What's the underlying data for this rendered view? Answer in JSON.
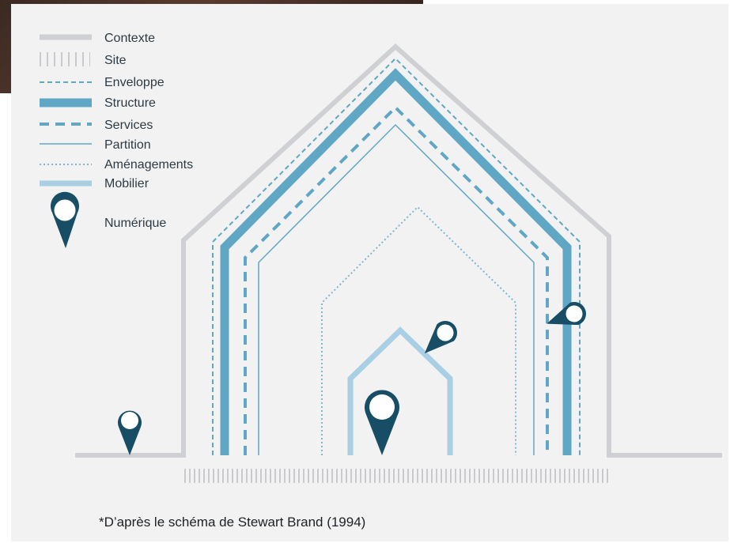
{
  "legend": {
    "contexte": "Contexte",
    "site": "Site",
    "enveloppe": "Enveloppe",
    "structure": "Structure",
    "services": "Services",
    "partition": "Partition",
    "amenagements": "Aménagements",
    "mobilier": "Mobilier",
    "numerique": "Numérique"
  },
  "footnote": "*D’après le schéma de Stewart Brand (1994)",
  "colors": {
    "contexte": "#cfd0d3",
    "site": "#c9cacd",
    "blue_mid": "#5fa7c4",
    "blue_light": "#a8cfe3",
    "pin": "#174e66",
    "background": "#f2f2f2"
  },
  "icons": [
    "map-pin-icon"
  ]
}
